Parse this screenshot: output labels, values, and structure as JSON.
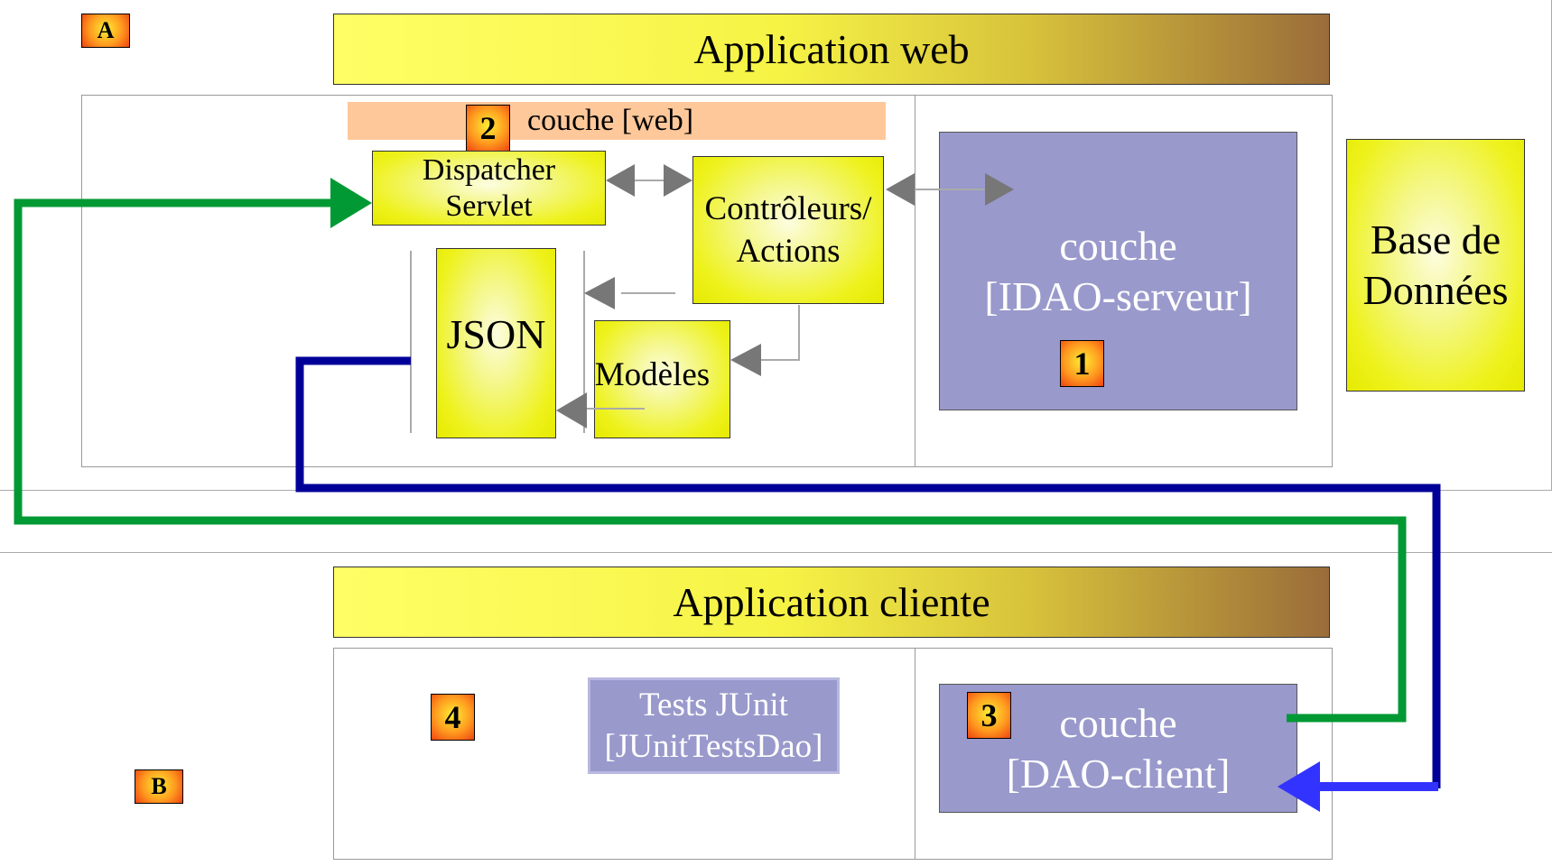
{
  "labels": {
    "A": "A",
    "B": "B",
    "one": "1",
    "two": "2",
    "three": "3",
    "four": "4"
  },
  "web_app": {
    "title": "Application web",
    "layer_web": "couche [web]",
    "dispatcher_line1": "Dispatcher",
    "dispatcher_line2": "Servlet",
    "controllers_line1": "Contrôleurs/",
    "controllers_line2": "Actions",
    "json": "JSON",
    "models": "Modèles",
    "dao_server_line1": "couche",
    "dao_server_line2": "[IDAO-serveur]"
  },
  "database": {
    "line1": "Base de",
    "line2": "Données"
  },
  "client_app": {
    "title": "Application cliente",
    "tests_line1": "Tests JUnit",
    "tests_line2": "[JUnitTestsDao]",
    "dao_client_line1": "couche",
    "dao_client_line2": "[DAO-client]"
  },
  "colors": {
    "green_flow": "#009933",
    "navy_flow": "#000099",
    "blue_arrow": "#3333ff",
    "grey_arrow": "#777777"
  }
}
